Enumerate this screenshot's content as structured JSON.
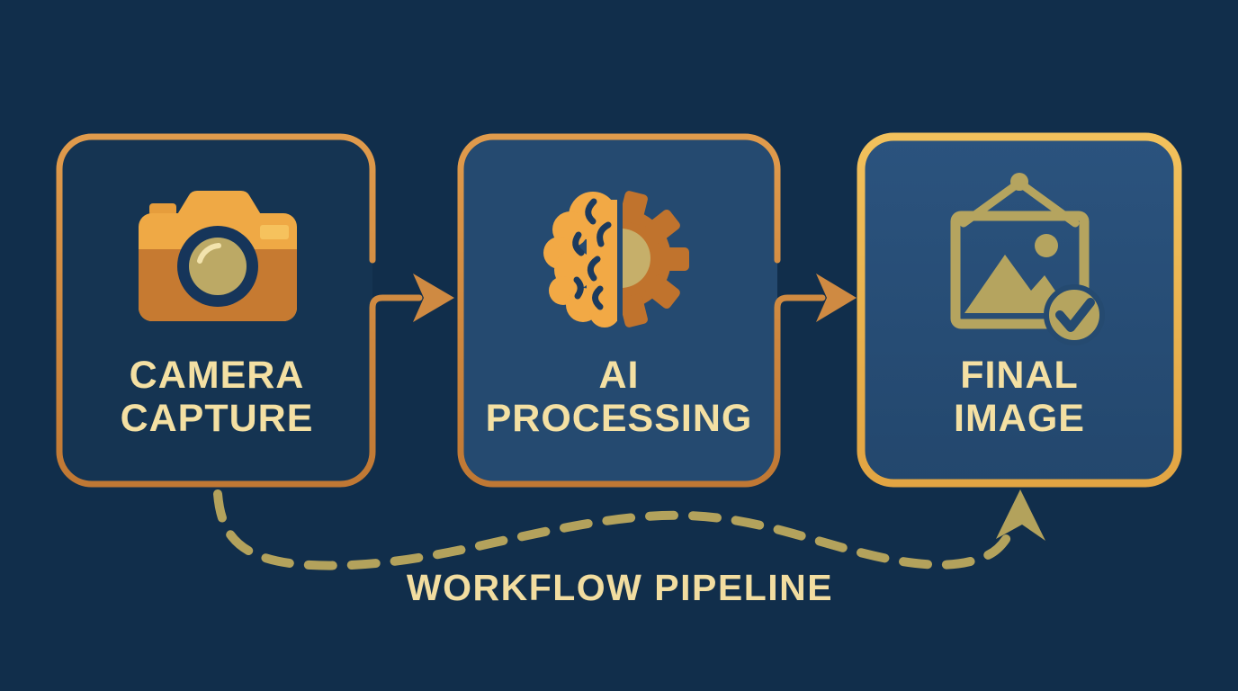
{
  "diagram": {
    "title_caption": "WORKFLOW PIPELINE",
    "steps": [
      {
        "id": "camera-capture",
        "label_line1": "CAMERA",
        "label_line2": "CAPTURE",
        "icon": "camera-icon"
      },
      {
        "id": "ai-processing",
        "label_line1": "AI",
        "label_line2": "PROCESSING",
        "icon": "brain-gear-icon"
      },
      {
        "id": "final-image",
        "label_line1": "FINAL",
        "label_line2": "IMAGE",
        "icon": "framed-image-check-icon"
      }
    ],
    "connectors": [
      {
        "from": "camera-capture",
        "to": "ai-processing",
        "style": "solid-arrow-right"
      },
      {
        "from": "ai-processing",
        "to": "final-image",
        "style": "solid-arrow-right"
      },
      {
        "from": "camera-capture",
        "to": "final-image",
        "style": "dashed-curved-arrow",
        "label": "WORKFLOW PIPELINE"
      }
    ],
    "colors": {
      "background": "#112e4b",
      "box1_fill": "#153452",
      "box2_fill": "#254a70",
      "box3_fill": "#2a517b",
      "border_copper": "#cf8a42",
      "border_gold": "#eeb851",
      "label_cream": "#f4e0a3",
      "dash_khaki": "#b3a25c",
      "icon_gold": "#efa945",
      "icon_copper": "#c0732d",
      "lens_khaki": "#bca965",
      "navy_detail": "#16355a"
    }
  }
}
